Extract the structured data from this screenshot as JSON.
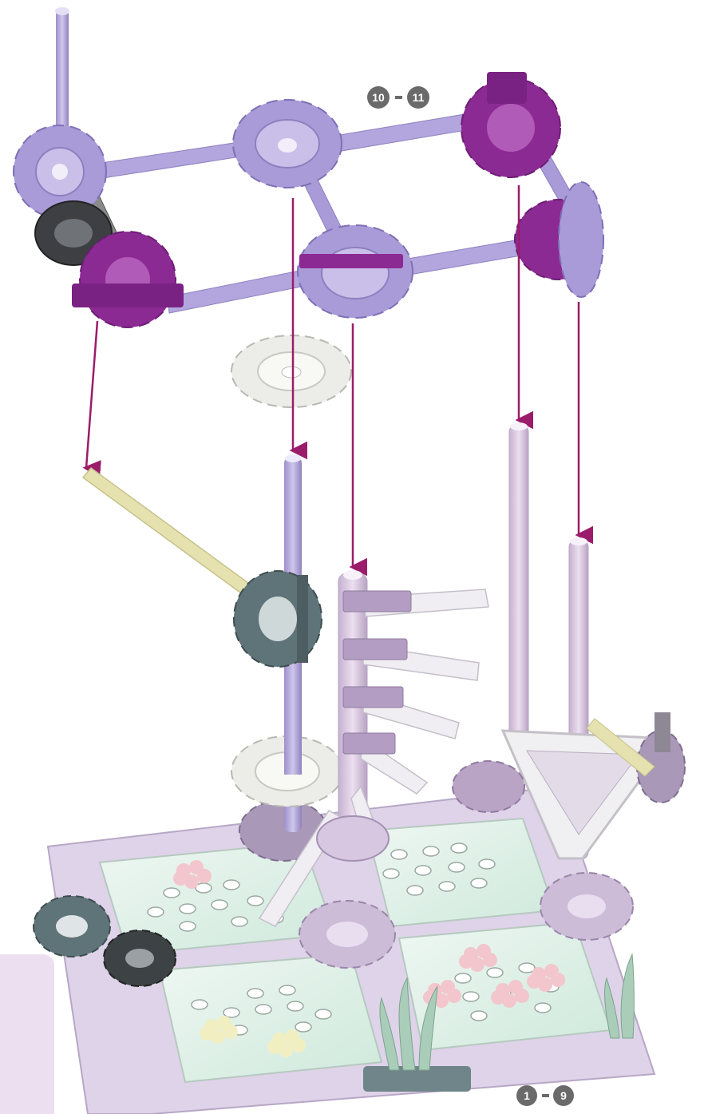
{
  "steps": {
    "top": {
      "from": "10",
      "to": "11"
    },
    "bottom": {
      "from": "1",
      "to": "9"
    }
  },
  "colors": {
    "lavender": "#a99ad8",
    "lavender_light": "#c9bfe9",
    "magenta": "#8b2a93",
    "magenta_dark": "#6c1c74",
    "base_frame": "#ded3e8",
    "base_panel": "#dcefe6",
    "slate": "#5f7478",
    "white_part": "#ecece8",
    "yellow_rod": "#e6e2b0",
    "arrow": "#9a1c6a",
    "badge": "#6a6a6a",
    "side_tab": "#ecdff0"
  },
  "icons": [
    "step-number-badge",
    "assembly-arrow"
  ]
}
